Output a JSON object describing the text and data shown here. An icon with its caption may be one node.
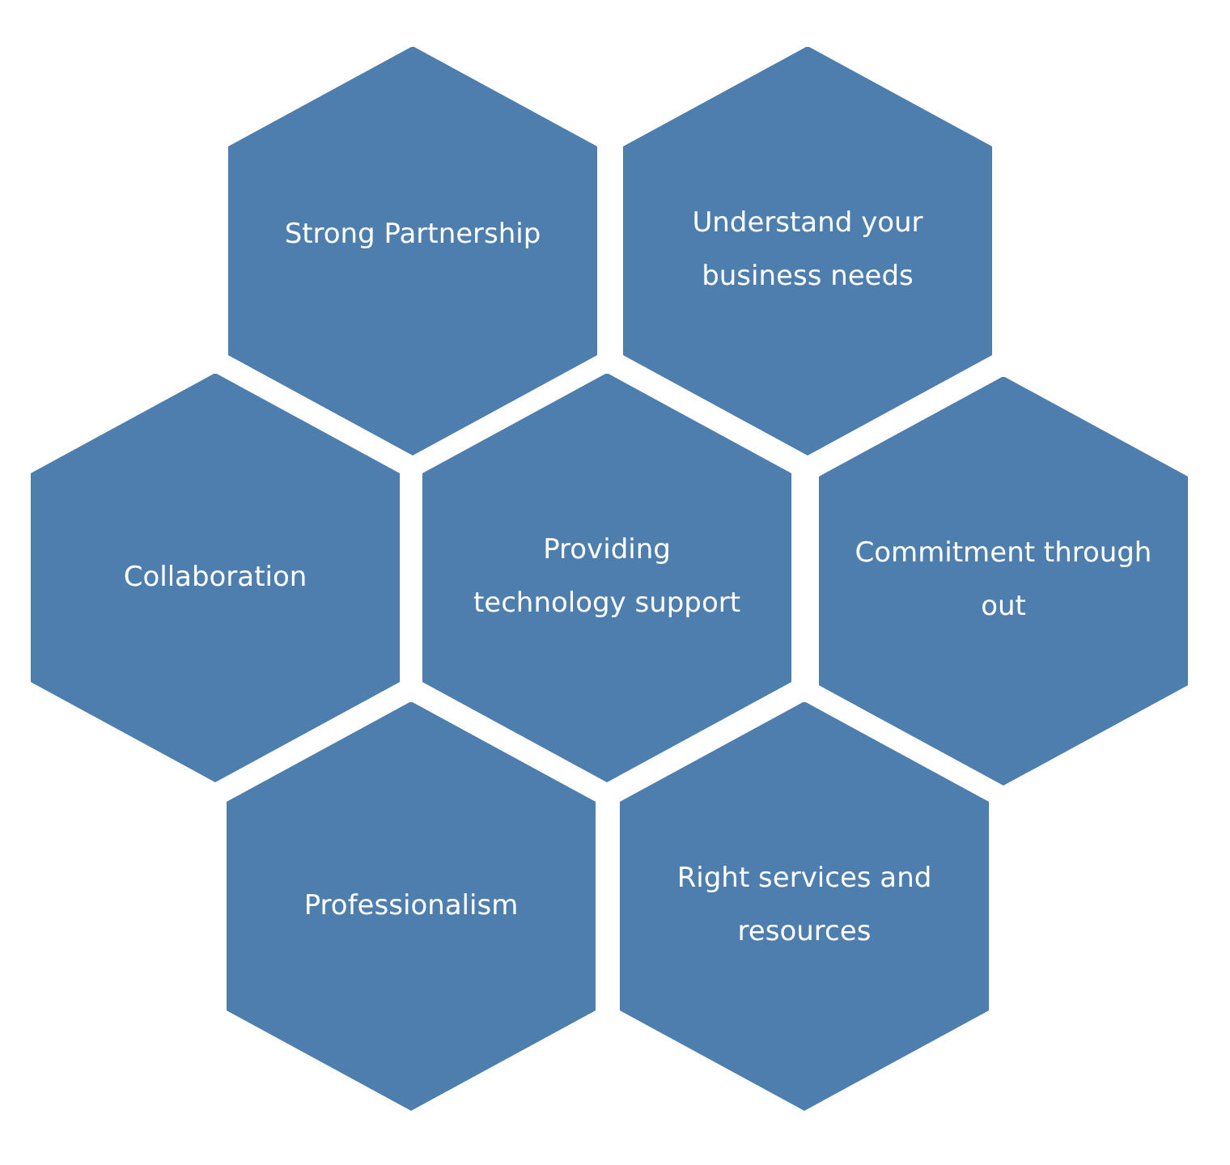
{
  "diagram": {
    "nodes": [
      {
        "text": [
          "Strong Partnership"
        ]
      },
      {
        "text": [
          "Understand your business needs"
        ]
      },
      {
        "text": [
          "Collaboration"
        ]
      },
      {
        "text": [
          "Providing technology support"
        ]
      },
      {
        "text": [
          "Commitment through out"
        ]
      },
      {
        "text": [
          "Professionalism"
        ]
      },
      {
        "text": [
          "Right services and resources"
        ]
      }
    ]
  }
}
